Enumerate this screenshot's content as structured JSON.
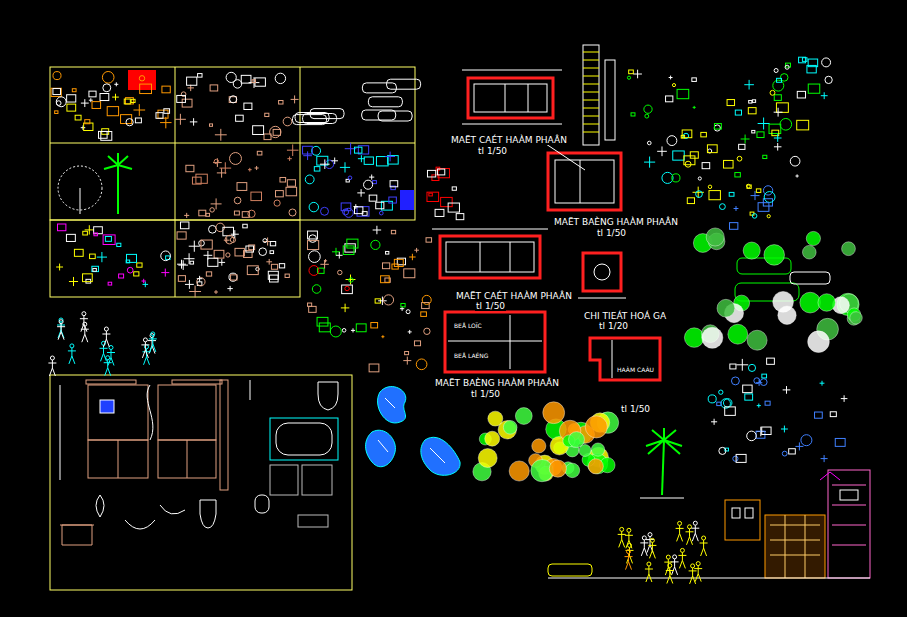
{
  "diagram": {
    "labels": [
      "MAËT CAÉT HAÀM PHAÂN",
      "tl 1/50",
      "MAËT BAÈNG HAÀM PHAÂN",
      "tl 1/50",
      "MAËT CAÉT HAÀM PHAÂN",
      "tl 1/50",
      "CHI TIEÁT HOÁ GA",
      "tl 1/20",
      "MAËT BAÈNG HAÀM PHAÂN",
      "tl 1/50",
      "tl 1/50",
      "HAÀM CAÀU",
      "BEÅ LOÏC",
      "BEÅ LAÉNG"
    ]
  }
}
